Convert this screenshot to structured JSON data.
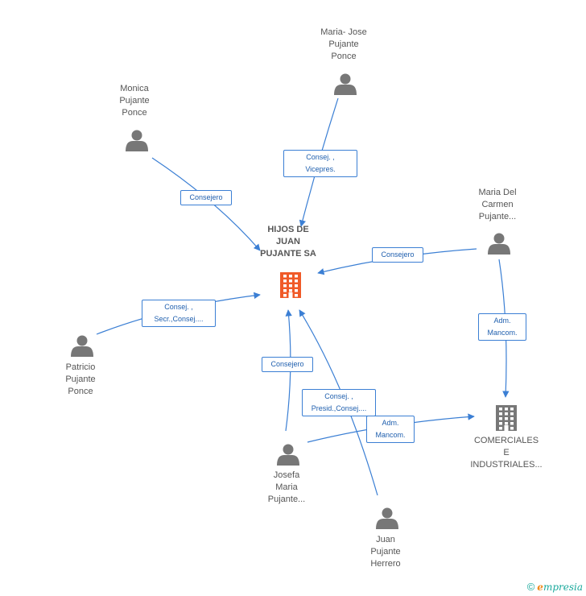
{
  "colors": {
    "edge": "#3b7fd4",
    "person": "#777777",
    "company_main": "#f05a28",
    "company_other": "#777777",
    "brand_teal": "#1aa99c",
    "brand_orange": "#f08a1c"
  },
  "nodes": [
    {
      "id": "hijos",
      "type": "company",
      "icon": "building-icon",
      "label": "HIJOS DE\nJUAN\nPUJANTE SA",
      "main": true
    },
    {
      "id": "comerciales",
      "type": "company",
      "icon": "building-icon",
      "label": "COMERCIALES\nE\nINDUSTRIALES...",
      "main": false
    },
    {
      "id": "mariajose",
      "type": "person",
      "icon": "person-icon",
      "label": "Maria- Jose\nPujante\nPonce"
    },
    {
      "id": "monica",
      "type": "person",
      "icon": "person-icon",
      "label": "Monica\nPujante\nPonce"
    },
    {
      "id": "mariadelcarmen",
      "type": "person",
      "icon": "person-icon",
      "label": "Maria Del\nCarmen\nPujante..."
    },
    {
      "id": "patricio",
      "type": "person",
      "icon": "person-icon",
      "label": "Patricio\nPujante\nPonce"
    },
    {
      "id": "josefa",
      "type": "person",
      "icon": "person-icon",
      "label": "Josefa\nMaria\nPujante..."
    },
    {
      "id": "juan",
      "type": "person",
      "icon": "person-icon",
      "label": "Juan\nPujante\nHerrero"
    }
  ],
  "edges": [
    {
      "from": "mariajose",
      "to": "hijos",
      "label": "Consej. ,\nVicepres."
    },
    {
      "from": "monica",
      "to": "hijos",
      "label": "Consejero"
    },
    {
      "from": "mariadelcarmen",
      "to": "hijos",
      "label": "Consejero"
    },
    {
      "from": "mariadelcarmen",
      "to": "comerciales",
      "label": "Adm.\nMancom."
    },
    {
      "from": "patricio",
      "to": "hijos",
      "label": "Consej. ,\nSecr.,Consej...."
    },
    {
      "from": "josefa",
      "to": "hijos",
      "label": "Consejero"
    },
    {
      "from": "juan",
      "to": "hijos",
      "label": "Consej. ,\nPresid.,Consej...."
    },
    {
      "from": "josefa",
      "to": "comerciales",
      "label": "Adm.\nMancom."
    }
  ],
  "footer": {
    "copyright": "©",
    "brand_initial": "e",
    "brand_rest": "mpresia"
  }
}
